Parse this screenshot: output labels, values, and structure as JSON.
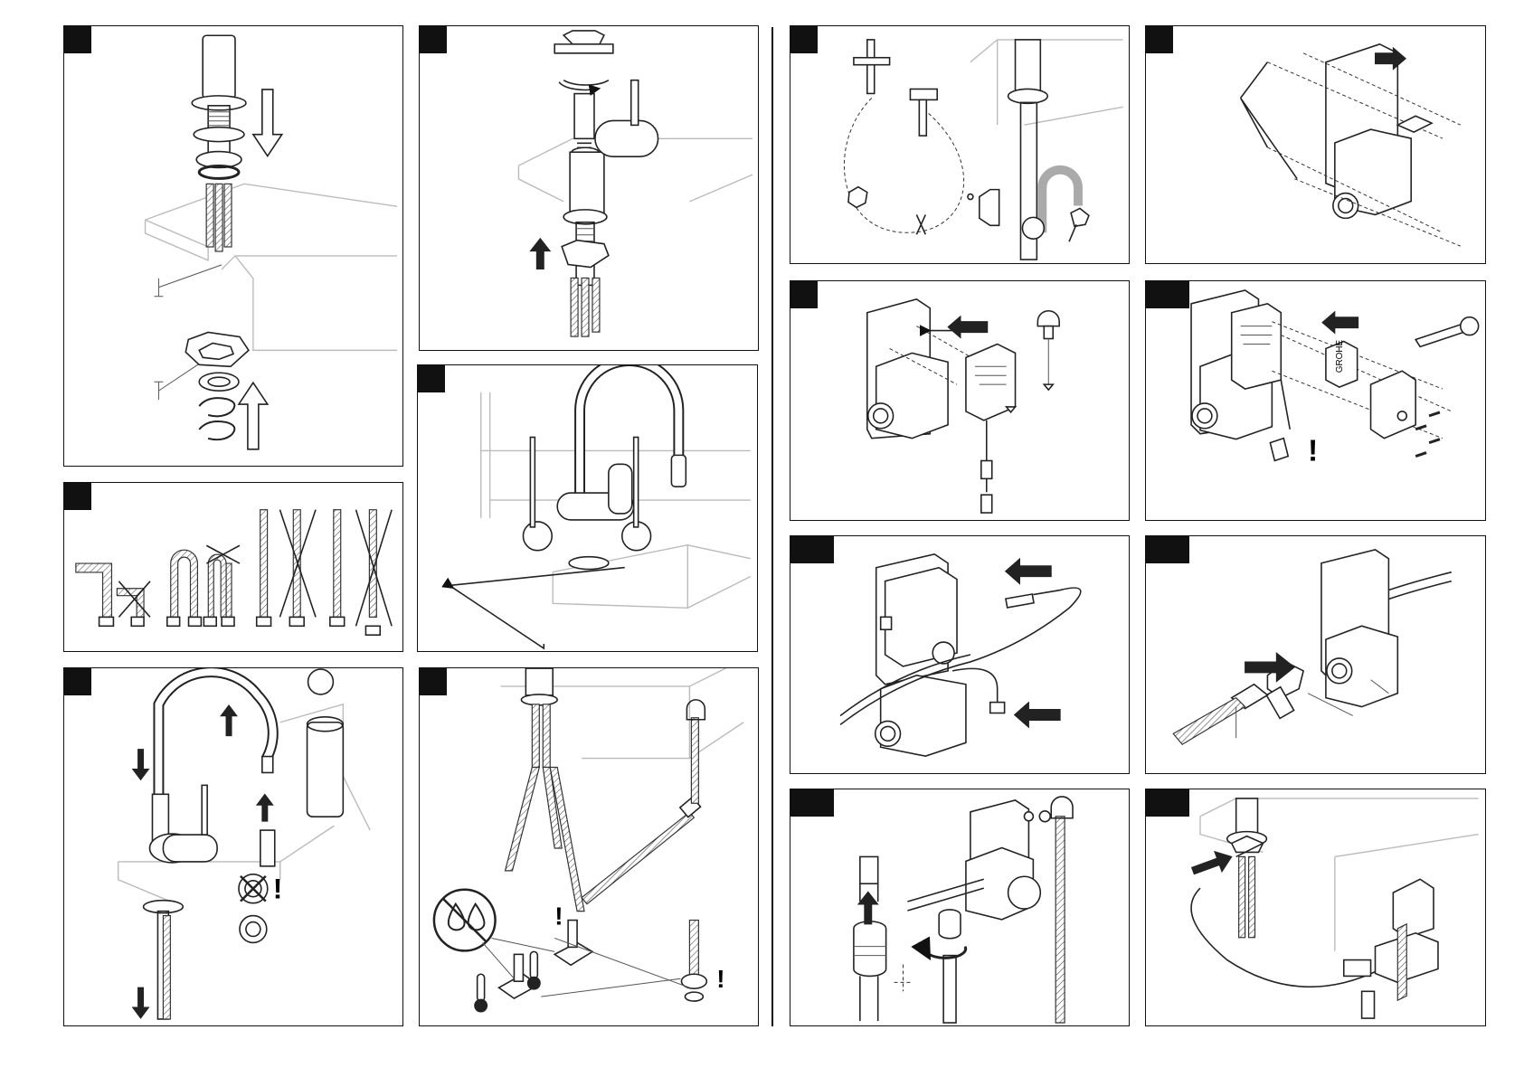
{
  "document": {
    "type": "installation-instruction-sheet",
    "panels": [
      {
        "id": "p1",
        "step_label": ""
      },
      {
        "id": "p2",
        "step_label": ""
      },
      {
        "id": "p3",
        "step_label": ""
      },
      {
        "id": "p4",
        "step_label": ""
      },
      {
        "id": "p5",
        "step_label": ""
      },
      {
        "id": "p6",
        "step_label": ""
      },
      {
        "id": "p7",
        "step_label": ""
      },
      {
        "id": "p8",
        "step_label": ""
      },
      {
        "id": "p9",
        "step_label": ""
      },
      {
        "id": "p10",
        "step_label": ""
      },
      {
        "id": "p11",
        "step_label": ""
      },
      {
        "id": "p12",
        "step_label": ""
      },
      {
        "id": "p13",
        "step_label": ""
      },
      {
        "id": "p14",
        "step_label": ""
      }
    ],
    "box_label": "GROHE",
    "warning_mark": "!",
    "icons": {
      "down-arrow": "down-arrow-icon",
      "up-arrow": "up-arrow-icon",
      "no-water-drops": "no-water-drops-icon",
      "thermometer": "thermometer-icon",
      "crossed-circle": "crossed-circle-icon"
    },
    "colors": {
      "line": "#222222",
      "panel_border": "#111111",
      "tag_bg": "#111111",
      "grey_line": "#bbbbbb"
    }
  }
}
